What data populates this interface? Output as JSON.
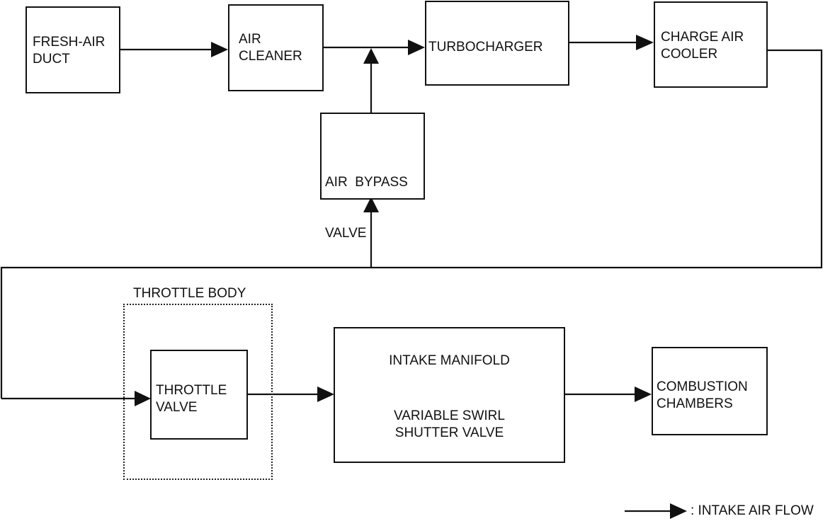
{
  "colors": {
    "line": "#111111",
    "background": "#ffffff"
  },
  "blocks": {
    "fresh_air_duct": {
      "line1": "FRESH-AIR",
      "line2": "DUCT"
    },
    "air_cleaner": {
      "line1": "AIR",
      "line2": "CLEANER"
    },
    "turbocharger": {
      "line1": "TURBOCHARGER"
    },
    "charge_air_cooler": {
      "line1": "CHARGE AIR",
      "line2": "COOLER"
    },
    "air_bypass_valve": {
      "line1": "AIR  BYPASS",
      "line2": "VALVE"
    },
    "throttle_body": {
      "label": "THROTTLE BODY"
    },
    "throttle_valve": {
      "line1": "THROTTLE",
      "line2": "VALVE"
    },
    "intake_manifold": {
      "label": "INTAKE MANIFOLD"
    },
    "variable_swirl_shutter_valve": {
      "line1": "VARIABLE SWIRL",
      "line2": "SHUTTER VALVE"
    },
    "combustion_chambers": {
      "line1": "COMBUSTION",
      "line2": "CHAMBERS"
    }
  },
  "legend": {
    "text": ": INTAKE AIR FLOW"
  }
}
